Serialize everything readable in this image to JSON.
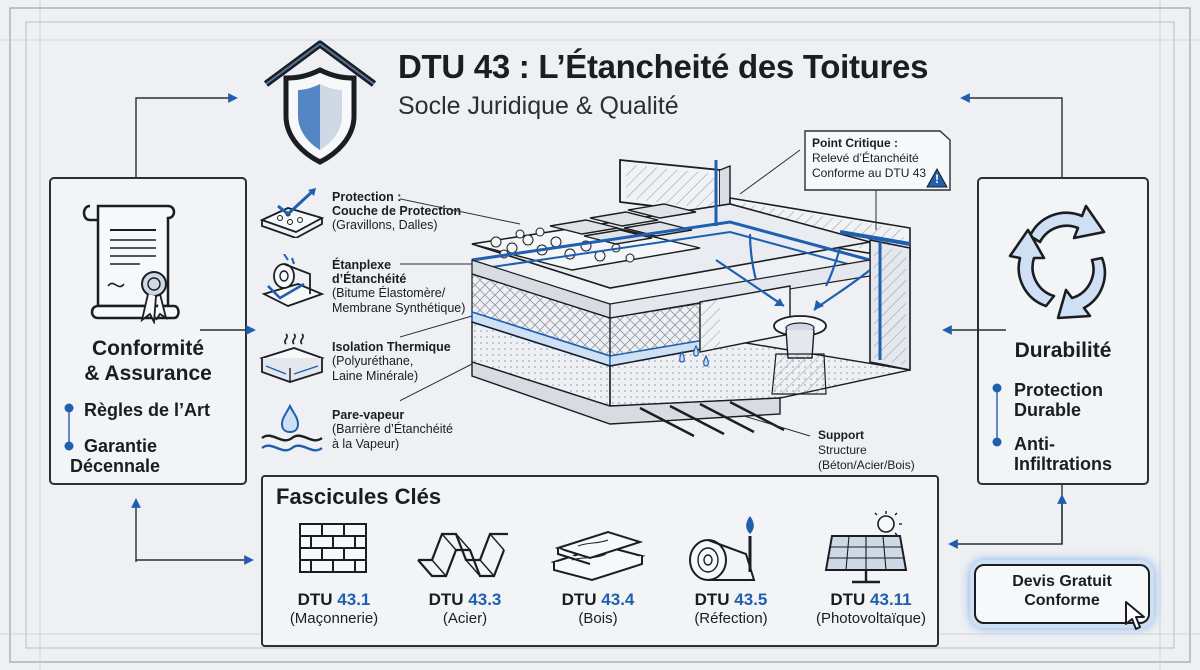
{
  "header": {
    "title": "DTU 43 : L’Étancheité des Toitures",
    "subtitle": "Socle Juridique & Qualité"
  },
  "left_panel": {
    "title_line1": "Conformité",
    "title_line2": "& Assurance",
    "bullets": [
      "Règles de l’Art",
      "Garantie",
      "Décennale"
    ]
  },
  "right_panel": {
    "title": "Durabilité",
    "bullets": [
      "Protection",
      "Durable",
      "Anti-",
      "Infiltrations"
    ]
  },
  "layers": [
    {
      "heading": "Protection :",
      "lines": [
        "Couche de Protection",
        "(Gravillons, Dalles)"
      ]
    },
    {
      "heading": "Étanplexe",
      "lines": [
        "d’Étanchéité",
        "(Bitume Élastomère/",
        "Membrane Synthétique)"
      ]
    },
    {
      "heading": "Isolation Thermique",
      "lines": [
        "(Polyuréthane,",
        "Laine Minérale)"
      ]
    },
    {
      "heading": "Pare-vapeur",
      "lines": [
        "(Barrière d’Étanchéité",
        "à la Vapeur)"
      ]
    }
  ],
  "callout": {
    "heading": "Point Critique :",
    "line1": "Relevé d’Étanchéité",
    "line2": "Conforme au DTU 43",
    "warning": "!"
  },
  "support": {
    "heading": "Support",
    "line1": "Structure",
    "line2": "(Béton/Acier/Bois)"
  },
  "fascicules": {
    "title": "Fascicules Clés",
    "items": [
      {
        "prefix": "DTU",
        "number": "43.1",
        "label": "(Maçonnerie)",
        "icon": "brick-wall-icon"
      },
      {
        "prefix": "DTU",
        "number": "43.3",
        "label": "(Acier)",
        "icon": "steel-deck-icon"
      },
      {
        "prefix": "DTU",
        "number": "43.4",
        "label": "(Bois)",
        "icon": "wood-planks-icon"
      },
      {
        "prefix": "DTU",
        "number": "43.5",
        "label": "(Réfection)",
        "icon": "membrane-roll-torch-icon"
      },
      {
        "prefix": "DTU",
        "number": "43.11",
        "label": "(Photovoltaïque)",
        "icon": "solar-panel-icon"
      }
    ]
  },
  "cta": {
    "line1": "Devis Gratuit",
    "line2": "Conforme"
  },
  "colors": {
    "accent_blue": "#1f5fb0",
    "glow_blue": "#7fb0ea",
    "ink": "#1a1d22",
    "background": "#eef0f3",
    "warning": "#1f5fb0"
  }
}
